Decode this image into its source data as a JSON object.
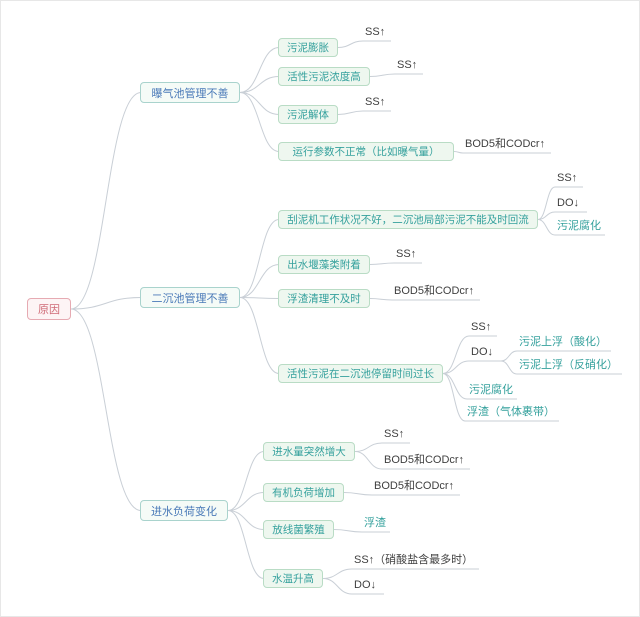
{
  "colors": {
    "line_color": "#c9cfd6",
    "root_text": "#cf6a76",
    "root_border": "#e6aab2",
    "root_bg": "#fdf4f5",
    "branch_text": "#4a7ab8",
    "branch_border": "#a9d3cd",
    "branch_bg": "#f5fbf7",
    "leaf_text": "#35a19d",
    "leaf_border": "#b9dcc5",
    "leaf_bg": "#eef7ef",
    "anno_dark": "#3f3f3f",
    "anno_teal": "#35a19d"
  },
  "root": {
    "label": "原因"
  },
  "branches": [
    {
      "label": "曝气池管理不善",
      "children": [
        {
          "label": "污泥膨胀",
          "annotations": [
            {
              "label": "SS↑",
              "tone": "dark"
            }
          ]
        },
        {
          "label": "活性污泥浓度高",
          "annotations": [
            {
              "label": "SS↑",
              "tone": "dark"
            }
          ]
        },
        {
          "label": "污泥解体",
          "annotations": [
            {
              "label": "SS↑",
              "tone": "dark"
            }
          ]
        },
        {
          "label": "运行参数不正常（比如曝气量）",
          "annotations": [
            {
              "label": "BOD5和CODcr↑",
              "tone": "dark"
            }
          ]
        }
      ]
    },
    {
      "label": "二沉池管理不善",
      "children": [
        {
          "label": "刮泥机工作状况不好，二沉池局部污泥不能及时回流",
          "annotations": [
            {
              "label": "SS↑",
              "tone": "dark"
            },
            {
              "label": "DO↓",
              "tone": "dark"
            },
            {
              "label": "污泥腐化",
              "tone": "teal"
            }
          ]
        },
        {
          "label": "出水堰藻类附着",
          "annotations": [
            {
              "label": "SS↑",
              "tone": "dark"
            }
          ]
        },
        {
          "label": "浮渣清理不及时",
          "annotations": [
            {
              "label": "BOD5和CODcr↑",
              "tone": "dark"
            }
          ]
        },
        {
          "label": "活性污泥在二沉池停留时间过长",
          "annotations": [
            {
              "label": "SS↑",
              "tone": "dark"
            },
            {
              "label": "DO↓",
              "tone": "dark",
              "children": [
                {
                  "label": "污泥上浮（酸化）",
                  "tone": "teal"
                },
                {
                  "label": "污泥上浮（反硝化）",
                  "tone": "teal"
                }
              ]
            },
            {
              "label": "污泥腐化",
              "tone": "teal"
            },
            {
              "label": "浮渣（气体裹带）",
              "tone": "teal"
            }
          ]
        }
      ]
    },
    {
      "label": "进水负荷变化",
      "children": [
        {
          "label": "进水量突然增大",
          "annotations": [
            {
              "label": "SS↑",
              "tone": "dark"
            },
            {
              "label": "BOD5和CODcr↑",
              "tone": "dark"
            }
          ]
        },
        {
          "label": "有机负荷增加",
          "annotations": [
            {
              "label": "BOD5和CODcr↑",
              "tone": "dark"
            }
          ]
        },
        {
          "label": "放线菌繁殖",
          "annotations": [
            {
              "label": "浮渣",
              "tone": "teal"
            }
          ]
        },
        {
          "label": "水温升高",
          "annotations": [
            {
              "label": "SS↑（硝酸盐含最多时）",
              "tone": "dark"
            },
            {
              "label": "DO↓",
              "tone": "dark"
            }
          ]
        }
      ]
    }
  ]
}
